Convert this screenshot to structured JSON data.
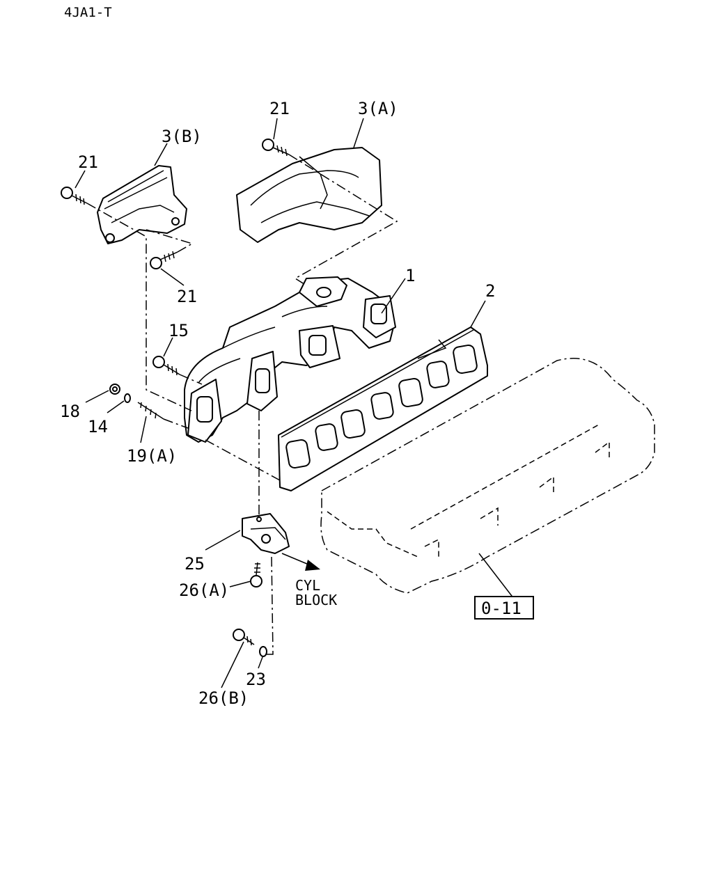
{
  "header": {
    "model_code": "4JA1-T"
  },
  "callouts": {
    "part_1": "1",
    "part_2": "2",
    "part_3a": "3(A)",
    "part_3b": "3(B)",
    "part_21_top": "21",
    "part_21_left": "21",
    "part_21_lower": "21",
    "part_15": "15",
    "part_18": "18",
    "part_14": "14",
    "part_19a": "19(A)",
    "part_25": "25",
    "part_26a": "26(A)",
    "part_26b": "26(B)",
    "part_23": "23"
  },
  "notes": {
    "cyl_line1": "CYL",
    "cyl_line2": "BLOCK"
  },
  "reference": {
    "label": "0-11"
  }
}
